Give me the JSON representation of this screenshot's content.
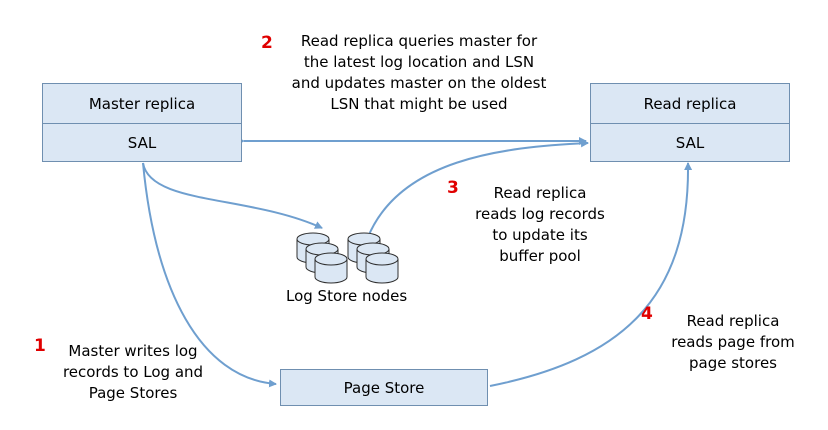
{
  "master": {
    "title": "Master replica",
    "sal": "SAL"
  },
  "read": {
    "title": "Read replica",
    "sal": "SAL"
  },
  "page_store": {
    "label": "Page Store"
  },
  "log_store": {
    "label": "Log Store nodes"
  },
  "steps": [
    {
      "number": "1",
      "lines": [
        "Master writes log",
        "records to Log and",
        "Page Stores"
      ]
    },
    {
      "number": "2",
      "lines": [
        "Read replica queries master for",
        "the latest log location and LSN",
        "and updates master on the oldest",
        "LSN that might be used"
      ]
    },
    {
      "number": "3",
      "lines": [
        "Read replica",
        "reads log records",
        "to update its",
        "buffer pool"
      ]
    },
    {
      "number": "4",
      "lines": [
        "Read replica",
        "reads page from",
        "page stores"
      ]
    }
  ],
  "colors": {
    "box_fill": "#dbe7f4",
    "box_border": "#6f8fb0",
    "arrow": "#6f9fcf",
    "step_number": "#e00000"
  }
}
